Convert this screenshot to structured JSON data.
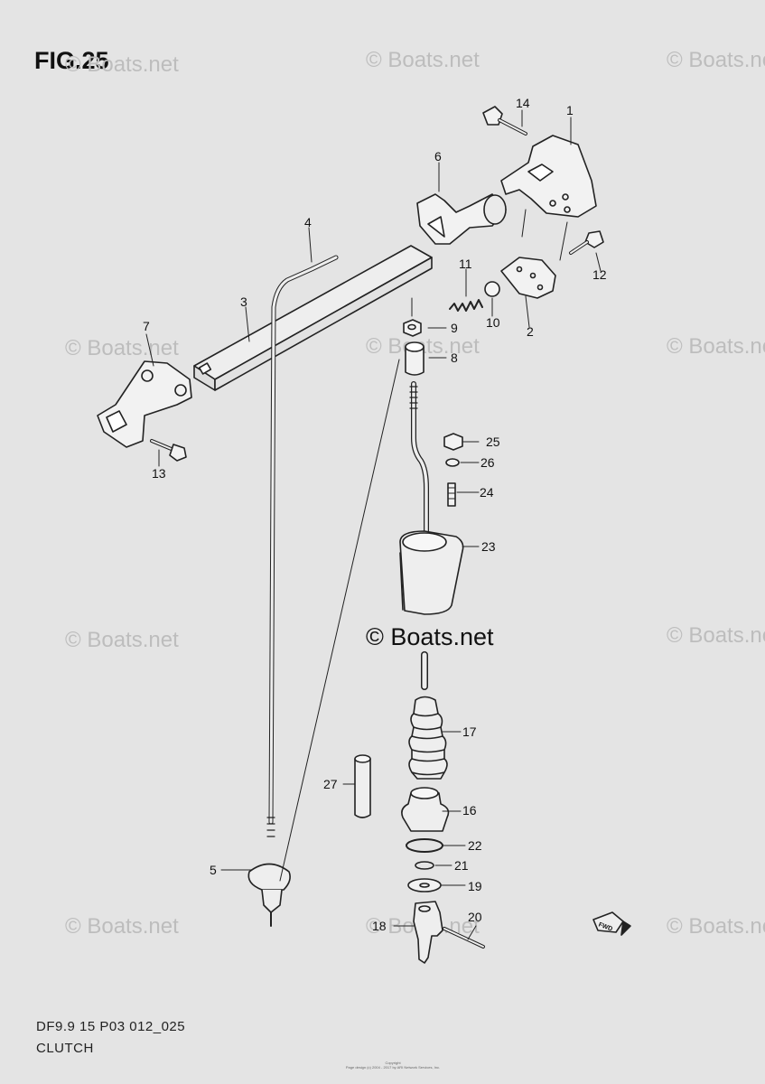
{
  "figure_label": "FIG.25",
  "watermark_text": "© Boats.net",
  "watermark_center_text": "© Boats.net",
  "footer": {
    "model_code": "DF9.9 15 P03 012_025",
    "section_name": "CLUTCH"
  },
  "copyright_lines": [
    "Copyright",
    "Page design (c) 2004 - 2017 by ARI Network Services, Inc."
  ],
  "fwd_badge": "FWD",
  "callouts": [
    "1",
    "2",
    "3",
    "4",
    "5",
    "6",
    "7",
    "8",
    "9",
    "10",
    "11",
    "12",
    "13",
    "14",
    "16",
    "17",
    "18",
    "19",
    "20",
    "21",
    "22",
    "23",
    "24",
    "25",
    "26",
    "27"
  ],
  "colors": {
    "background": "#e4e4e4",
    "line": "#222222",
    "watermark": "#bdbdbd"
  }
}
